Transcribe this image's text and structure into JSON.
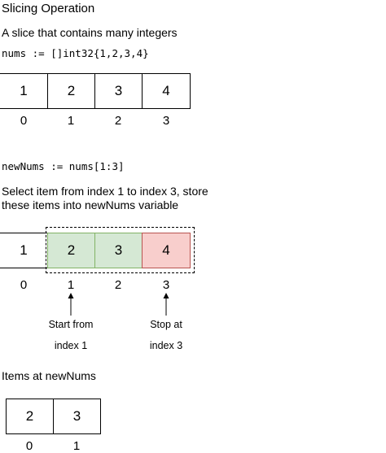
{
  "title": "Slicing Operation",
  "slice_desc": "A slice that contains many integers",
  "code_decl": "nums := []int32{1,2,3,4}",
  "array1": {
    "values": [
      "1",
      "2",
      "3",
      "4"
    ],
    "indices": [
      "0",
      "1",
      "2",
      "3"
    ]
  },
  "code_slice": "newNums := nums[1:3]",
  "select_desc": {
    "line1": "Select item from index 1 to index 3, store",
    "line2": "these items into newNums variable"
  },
  "array2": {
    "values": [
      "1",
      "2",
      "3",
      "4"
    ],
    "indices": [
      "0",
      "1",
      "2",
      "3"
    ],
    "colors": {
      "selected_fill": "#d5e8d4",
      "selected_border": "#82b366",
      "stop_fill": "#f8cecc",
      "stop_border": "#b85450"
    }
  },
  "start_note": {
    "line1": "Start from",
    "line2": "index 1"
  },
  "stop_note": {
    "line1": "Stop at",
    "line2": "index 3"
  },
  "items_label": "Items at newNums",
  "array3": {
    "values": [
      "2",
      "3"
    ],
    "indices": [
      "0",
      "1"
    ]
  }
}
